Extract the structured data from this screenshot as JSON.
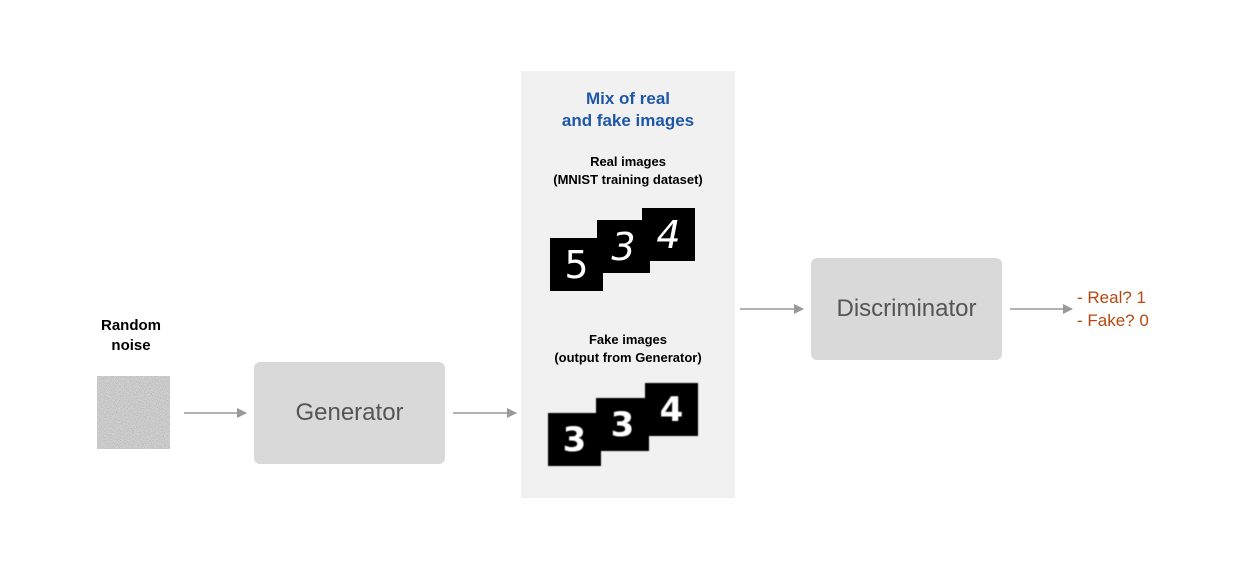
{
  "input": {
    "label_line1": "Random",
    "label_line2": "noise"
  },
  "generator": {
    "label": "Generator"
  },
  "mix_panel": {
    "title_line1": "Mix of real",
    "title_line2": "and fake images",
    "real": {
      "title_line1": "Real images",
      "title_line2": "(MNIST training dataset)",
      "digits": [
        "5",
        "3",
        "4"
      ]
    },
    "fake": {
      "title_line1": "Fake images",
      "title_line2": "(output from Generator)",
      "digits": [
        "3",
        "3",
        "4"
      ]
    }
  },
  "discriminator": {
    "label": "Discriminator"
  },
  "output": {
    "line1": "- Real? 1",
    "line2": "- Fake? 0"
  },
  "colors": {
    "block_fill": "#d9d9d9",
    "panel_fill": "#f1f1f1",
    "arrow": "#999999",
    "panel_title": "#1f57a8",
    "output_text": "#b5470f"
  }
}
